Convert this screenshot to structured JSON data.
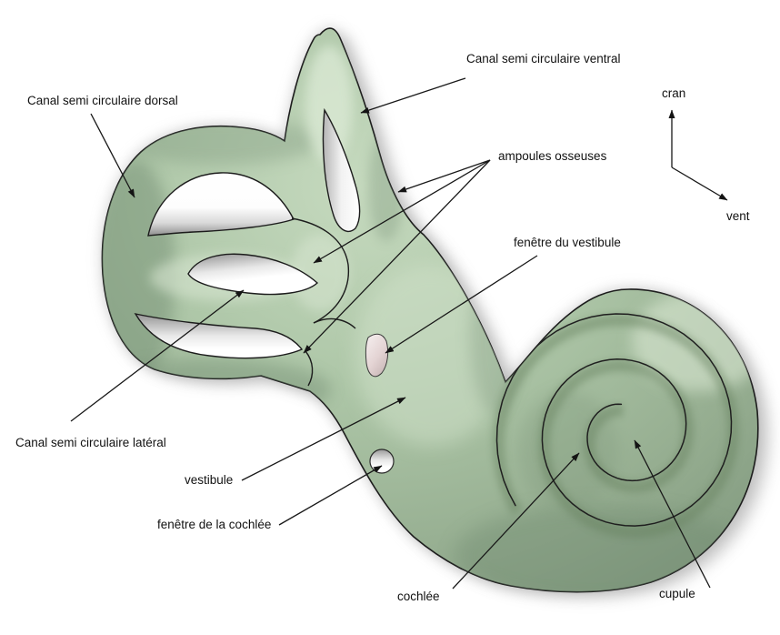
{
  "diagram": {
    "title_hint": "Anatomie de l'oreille interne (labyrinthe osseux)",
    "labels": {
      "canal_dorsal": "Canal semi circulaire dorsal",
      "canal_ventral": "Canal semi circulaire ventral",
      "ampoules": "ampoules osseuses",
      "fenetre_vestibule": "fenêtre du vestibule",
      "canal_lateral": "Canal semi circulaire latéral",
      "vestibule": "vestibule",
      "fenetre_cochlee": "fenêtre de la cochlée",
      "cochlee": "cochlée",
      "cupule": "cupule",
      "axis_up": "cran",
      "axis_diag": "vent"
    },
    "colors": {
      "background": "#ffffff",
      "body_green": "#abc4a5",
      "body_light": "#c9dcc3",
      "body_dark": "#81997f",
      "outline": "#1c1c1c",
      "window_pink": "#e4d4d4",
      "shadow_gray": "#969696",
      "text": "#111111"
    }
  }
}
